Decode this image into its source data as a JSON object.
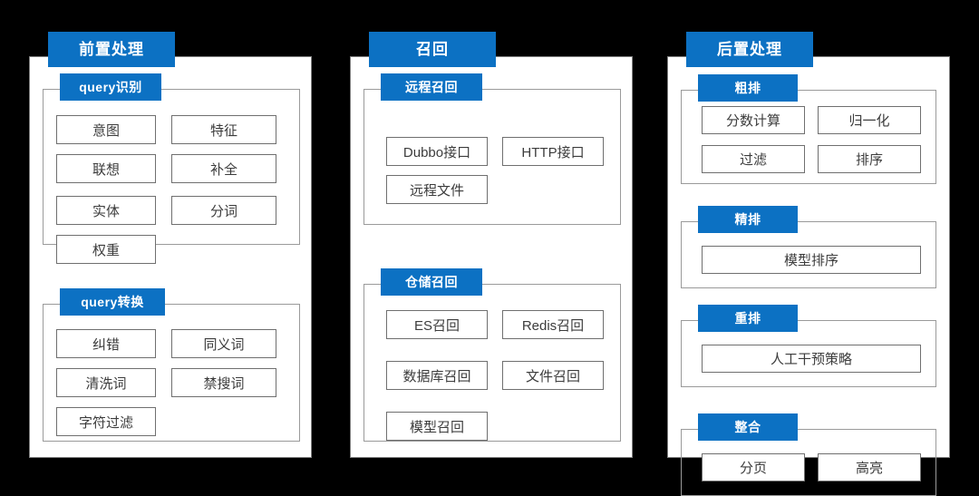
{
  "theme": {
    "background": "#000000",
    "accent": "#0c71c3",
    "panel_bg": "#ffffff",
    "panel_border": "#7f7f7f",
    "group_border": "#9a9a9a",
    "leaf_border": "#6f6f6f",
    "leaf_text": "#3c3c3c",
    "title_text": "#ffffff"
  },
  "diagram": {
    "type": "block-diagram",
    "panels": [
      {
        "id": "pre-processing",
        "title": "前置处理",
        "groups": [
          {
            "id": "query-recognition",
            "title": "query识别",
            "items": [
              "意图",
              "特征",
              "联想",
              "补全",
              "实体",
              "分词",
              "权重"
            ]
          },
          {
            "id": "query-transform",
            "title": "query转换",
            "items": [
              "纠错",
              "同义词",
              "清洗词",
              "禁搜词",
              "字符过滤"
            ]
          }
        ]
      },
      {
        "id": "recall",
        "title": "召回",
        "groups": [
          {
            "id": "remote-recall",
            "title": "远程召回",
            "items": [
              "Dubbo接口",
              "HTTP接口",
              "远程文件"
            ]
          },
          {
            "id": "storage-recall",
            "title": "仓储召回",
            "items": [
              "ES召回",
              "Redis召回",
              "数据库召回",
              "文件召回",
              "模型召回"
            ]
          }
        ]
      },
      {
        "id": "post-processing",
        "title": "后置处理",
        "groups": [
          {
            "id": "coarse-ranking",
            "title": "粗排",
            "items": [
              "分数计算",
              "归一化",
              "过滤",
              "排序"
            ]
          },
          {
            "id": "fine-ranking",
            "title": "精排",
            "items": [
              "模型排序"
            ]
          },
          {
            "id": "re-ranking",
            "title": "重排",
            "items": [
              "人工干预策略"
            ]
          },
          {
            "id": "integration",
            "title": "整合",
            "items": [
              "分页",
              "高亮"
            ]
          }
        ]
      }
    ]
  }
}
